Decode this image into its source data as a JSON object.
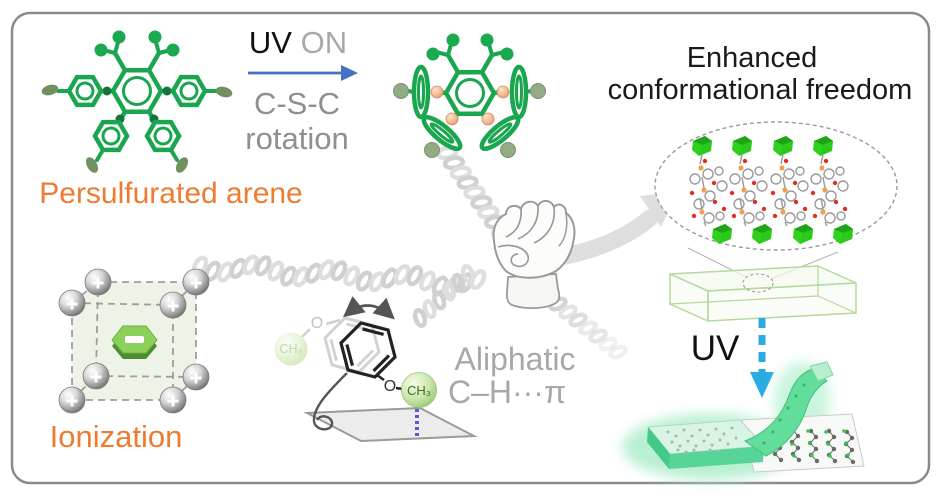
{
  "colors": {
    "orange": "#ed7b30",
    "gray_text": "#a0a0a0",
    "dark_text": "#111111",
    "blue_arrow": "#4472c4",
    "cyan_arrow": "#29abe2",
    "molecule_green": "#19a64f",
    "sulfur_excited": "#f0ab84",
    "anion_green": "#8ccf5b"
  },
  "labels": {
    "persulfurated_arene": "Persulfurated arene",
    "ionization": "Ionization",
    "uv_bottom": "UV"
  },
  "reaction": {
    "uv": "UV",
    "on": " ON",
    "csc": "C-S-C",
    "rotation": "rotation"
  },
  "enhanced": {
    "line1": "Enhanced",
    "line2": "conformational freedom"
  },
  "chpi": {
    "line1": "Aliphatic",
    "line2": "C–H···π"
  },
  "inset_molecule": {
    "o_front": "O",
    "o_back": "O",
    "ch3_front": "CH₃",
    "ch3_back": "CH₃"
  },
  "ion_symbols": {
    "cation": "+",
    "anion": "−"
  }
}
